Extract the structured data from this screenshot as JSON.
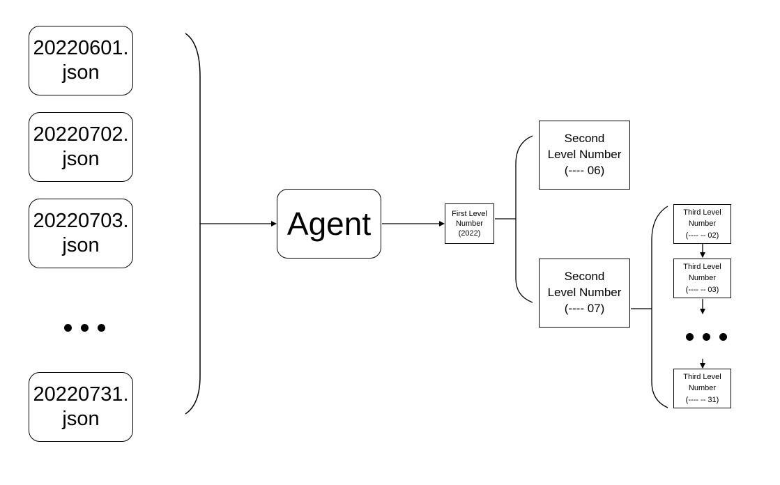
{
  "files": [
    {
      "label": "20220601.\njson"
    },
    {
      "label": "20220702.\njson"
    },
    {
      "label": "20220703.\njson"
    },
    {
      "label": "20220731.\njson"
    }
  ],
  "agent": {
    "label": "Agent"
  },
  "first_level": {
    "label": "First Level\nNumber\n(2022)"
  },
  "second_level": [
    {
      "label": "Second\nLevel Number\n(---- 06)"
    },
    {
      "label": "Second\nLevel Number\n(---- 07)"
    }
  ],
  "third_level": [
    {
      "label": "Third Level\nNumber\n(---- -- 02)"
    },
    {
      "label": "Third Level\nNumber\n(---- -- 03)"
    },
    {
      "label": "Third Level\nNumber\n(---- -- 31)"
    }
  ],
  "colors": {
    "stroke": "#000000",
    "background": "#ffffff"
  }
}
